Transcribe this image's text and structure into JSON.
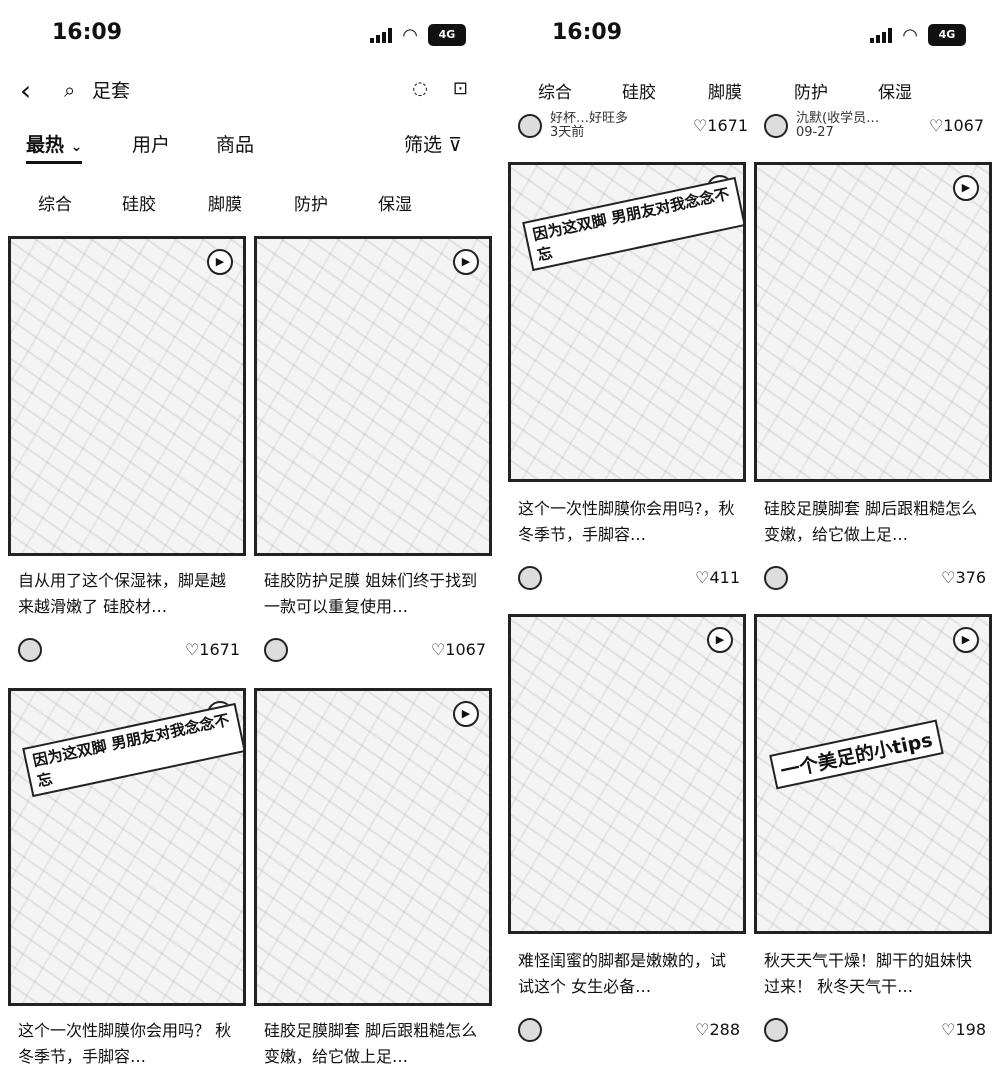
{
  "status": {
    "time": "16:09",
    "battery": "4G"
  },
  "search": {
    "query": "足套"
  },
  "sort_tabs": {
    "hot": "最热",
    "users": "用户",
    "products": "商品",
    "filter": "筛选"
  },
  "categories": [
    "综合",
    "硅胶",
    "脚膜",
    "防护",
    "保湿"
  ],
  "left_feed": [
    {
      "title": "自从用了这个保湿袜，脚是越来越滑嫩了 硅胶材…",
      "likes": "1671",
      "overlay": ""
    },
    {
      "title": "硅胶防护足膜 姐妹们终于找到一款可以重复使用…",
      "likes": "1067",
      "overlay": ""
    },
    {
      "title": "这个一次性脚膜你会用吗？ 秋冬季节，手脚容…",
      "likes": "",
      "overlay": "因为这双脚 男朋友对我念念不忘"
    },
    {
      "title": "硅胶足膜脚套 脚后跟粗糙怎么变嫩，给它做上足…",
      "likes": "",
      "overlay": ""
    }
  ],
  "right_top_meta": [
    {
      "name": "好杯…好旺多",
      "time": "3天前",
      "likes": "1671"
    },
    {
      "name": "氿默(收学员…",
      "time": "09-27",
      "likes": "1067"
    }
  ],
  "right_feed": [
    {
      "title": "这个一次性脚膜你会用吗?，秋冬季节，手脚容…",
      "likes": "411",
      "overlay": "因为这双脚 男朋友对我念念不忘"
    },
    {
      "title": "硅胶足膜脚套 脚后跟粗糙怎么变嫩，给它做上足…",
      "likes": "376",
      "overlay": ""
    },
    {
      "title": "难怪闺蜜的脚都是嫩嫩的，试试这个 女生必备…",
      "likes": "288",
      "overlay": ""
    },
    {
      "title": "秋天天气干燥！脚干的姐妹快过来！ 秋冬天气干…",
      "likes": "198",
      "overlay": "一个美足的小tips"
    }
  ],
  "icons": [
    "back-icon",
    "search-icon",
    "camera-icon",
    "play-icon",
    "heart-icon",
    "filter-icon",
    "wifi-icon",
    "signal-icon"
  ]
}
